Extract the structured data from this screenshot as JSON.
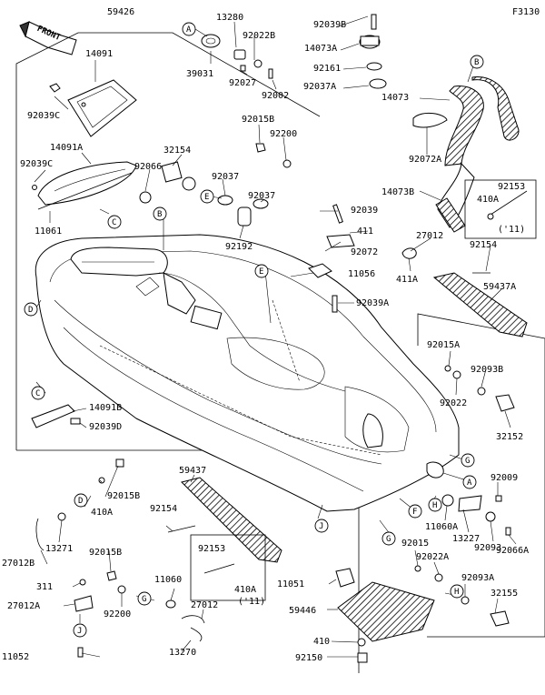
{
  "figure_code": "F3130",
  "front_label": "FRONT",
  "labels": {
    "p59426": "59426",
    "p14091": "14091",
    "p92039C_a": "92039C",
    "p14091A": "14091A",
    "p92039C_b": "92039C",
    "p11061": "11061",
    "p39031": "39031",
    "p13280": "13280",
    "p92022B": "92022B",
    "p92027": "92027",
    "p92002": "92002",
    "p92039B": "92039B",
    "p14073A": "14073A",
    "p92161": "92161",
    "p92037A": "92037A",
    "p14073": "14073",
    "p92015B_a": "92015B",
    "p92200_a": "92200",
    "p92072A": "92072A",
    "p32154": "32154",
    "p92066": "92066",
    "p92037_a": "92037",
    "p92037_b": "92037",
    "p92192": "92192",
    "p14073B": "14073B",
    "p92153_a": "92153",
    "p410A_a": "410A",
    "p11_a": "('11)",
    "p92039": "92039",
    "p411": "411",
    "p92072": "92072",
    "p27012_a": "27012",
    "p411A": "411A",
    "p92154_a": "92154",
    "p11056": "11056",
    "p59437A": "59437A",
    "p92039A": "92039A",
    "p92015A": "92015A",
    "p92093B": "92093B",
    "p92022": "92022",
    "p32152": "32152",
    "p14091B": "14091B",
    "p92039D": "92039D",
    "p92015B_b": "92015B",
    "p410A_b": "410A",
    "p13271": "13271",
    "p27012B": "27012B",
    "p59437": "59437",
    "p92154_b": "92154",
    "p92009": "92009",
    "p11060A": "11060A",
    "p13227": "13227",
    "p92093": "92093",
    "p92066A": "92066A",
    "p92015B_c": "92015B",
    "p92200_b": "92200",
    "p311": "311",
    "p27012A": "27012A",
    "p11052": "11052",
    "p92153_b": "92153",
    "p410A_c": "410A",
    "p11_b": "('11)",
    "p11060": "11060",
    "p27012_b": "27012",
    "p13270": "13270",
    "p11051": "11051",
    "p92015": "92015",
    "p92022A": "92022A",
    "p92093A": "92093A",
    "p32155": "32155",
    "p59446": "59446",
    "p410": "410",
    "p92150": "92150"
  },
  "callouts": {
    "A": "A",
    "B": "B",
    "C": "C",
    "D": "D",
    "E": "E",
    "F": "F",
    "G": "G",
    "H": "H",
    "J": "J"
  }
}
